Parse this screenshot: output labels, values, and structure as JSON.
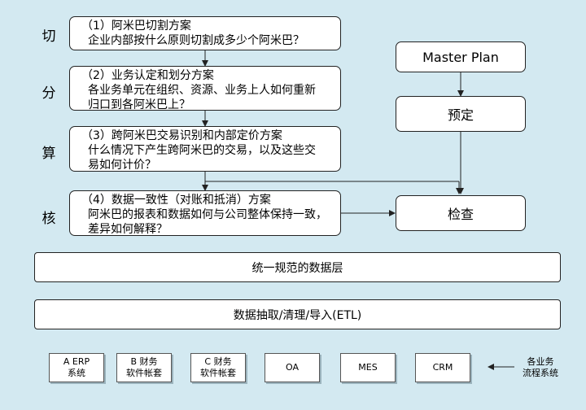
{
  "side_labels": [
    "切",
    "分",
    "算",
    "核"
  ],
  "steps": [
    {
      "title": "（1）阿米巴切割方案",
      "lines": [
        "企业内部按什么原则切割成多少个阿米巴？"
      ]
    },
    {
      "title": "（2）业务认定和划分方案",
      "lines": [
        "各业务单元在组织、资源、业务上人如何重新",
        "归口到各阿米巴上？"
      ]
    },
    {
      "title": "（3）跨阿米巴交易识别和内部定价方案",
      "lines": [
        "什么情况下产生跨阿米巴的交易，以及这些交",
        "易如何计价？"
      ]
    },
    {
      "title": "（4）数据一致性（对账和抵消）方案",
      "lines": [
        "阿米巴的报表和数据如何与公司整体保持一致，",
        "差异如何解释？"
      ]
    }
  ],
  "right_flow": {
    "master_plan": "Master Plan",
    "schedule": "预定",
    "check": "检查"
  },
  "layers": {
    "data_layer": "统一规范的数据层",
    "etl": "数据抽取/清理/导入(ETL)"
  },
  "systems": [
    {
      "line1": "A ERP",
      "line2": "系统"
    },
    {
      "line1": "B 财务",
      "line2": "软件帐套"
    },
    {
      "line1": "C 财务",
      "line2": "软件帐套"
    },
    {
      "line1": "OA",
      "line2": ""
    },
    {
      "line1": "MES",
      "line2": ""
    },
    {
      "line1": "CRM",
      "line2": ""
    }
  ],
  "systems_note": {
    "line1": "各业务",
    "line2": "流程系统"
  }
}
